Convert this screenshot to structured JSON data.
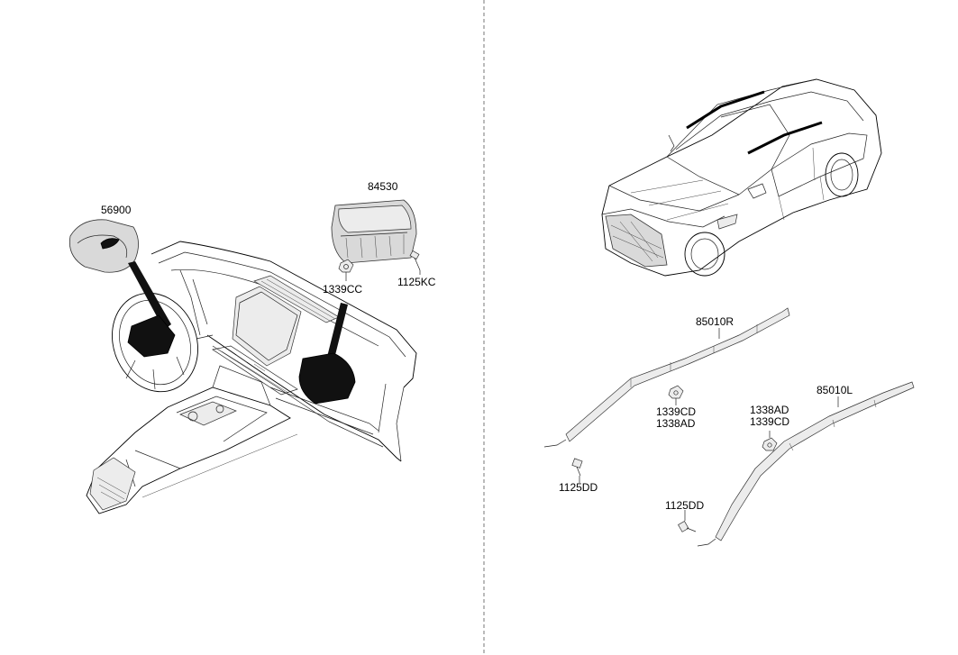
{
  "labels": {
    "steering_airbag": "56900",
    "passenger_airbag": "84530",
    "passenger_nut": "1339CC",
    "passenger_bolt": "1125KC",
    "curtain_right": "85010R",
    "curtain_right_clip_1": "1339CD",
    "curtain_right_clip_2": "1338AD",
    "curtain_right_bolt": "1125DD",
    "curtain_left": "85010L",
    "curtain_left_clip_1": "1338AD",
    "curtain_left_clip_2": "1339CD",
    "curtain_left_bolt": "1125DD"
  }
}
